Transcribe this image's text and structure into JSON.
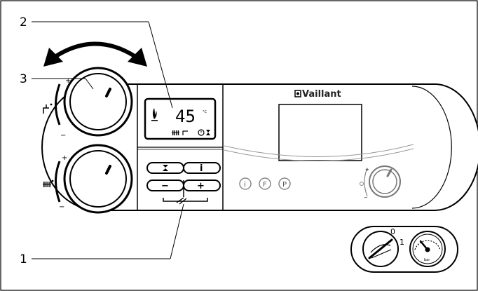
{
  "callouts": {
    "label_1": "1",
    "label_2": "2",
    "label_3": "3"
  },
  "brand": {
    "name": "Vaillant"
  },
  "display": {
    "temperature": "45",
    "unit": "°C"
  },
  "buttons": {
    "plus": "+",
    "minus": "−",
    "info": "i"
  },
  "dials": {
    "plus_mark": "+",
    "minus_mark": "−"
  },
  "info_buttons": {
    "info": "i",
    "fault": "F",
    "program": "P"
  },
  "switch": {
    "off": "0",
    "on": "1"
  },
  "pressure_gauge": {
    "unit": "bar"
  },
  "colors": {
    "line": "#000000",
    "panel_fill": "#ffffff",
    "info_icon": "#888888"
  }
}
